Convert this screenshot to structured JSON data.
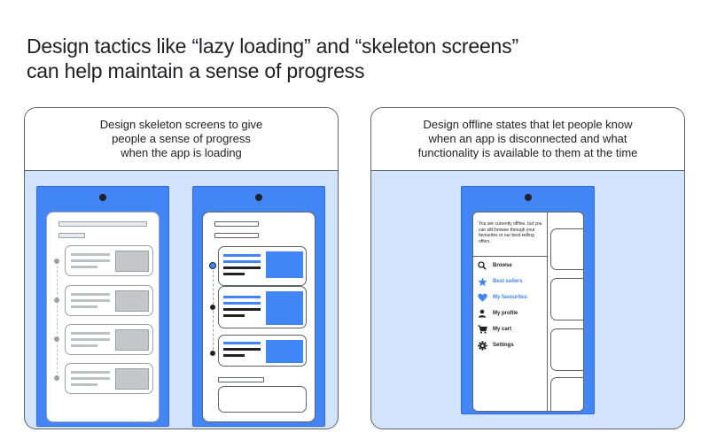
{
  "title_line1": "Design tactics like “lazy loading” and “skeleton screens”",
  "title_line2": "can help maintain a sense of progress",
  "left_panel": {
    "caption_line1": "Design skeleton screens to give",
    "caption_line2": "people a sense of progress",
    "caption_line3": "when the app is loading"
  },
  "right_panel": {
    "caption_line1": "Design offline states that let people know",
    "caption_line2": "when an app is disconnected and what",
    "caption_line3": "functionality is available to them at the time",
    "offline_message": "You are currently offline, but you can still browse through your favourites or our best-selling offers.",
    "menu": [
      {
        "label": "Browse",
        "icon": "search-icon",
        "color": "#202124"
      },
      {
        "label": "Best sellers",
        "icon": "star-icon",
        "color": "#4285f4"
      },
      {
        "label": "My favourites",
        "icon": "heart-icon",
        "color": "#4285f4"
      },
      {
        "label": "My profile",
        "icon": "person-icon",
        "color": "#202124"
      },
      {
        "label": "My cart",
        "icon": "cart-icon",
        "color": "#202124"
      },
      {
        "label": "Settings",
        "icon": "gear-icon",
        "color": "#202124"
      }
    ]
  },
  "colors": {
    "accent_blue": "#4285f4",
    "panel_bg": "#d2e3fc",
    "skeleton_gray": "#c4c7c9"
  }
}
